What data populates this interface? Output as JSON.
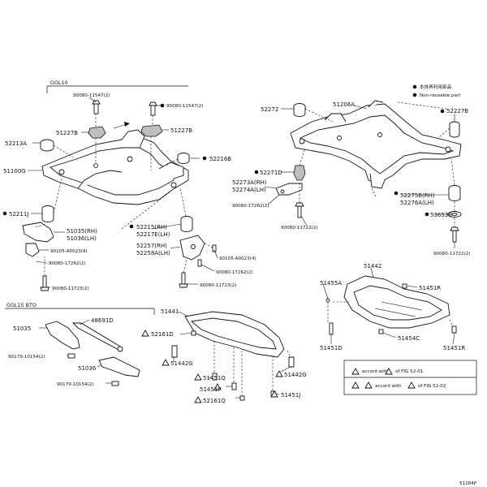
{
  "groups": {
    "top": "GGL10",
    "bottom": "GGL15 BTO"
  },
  "legend": {
    "dot_item": "本体再利用部品",
    "non_reusable": "Non-reusable part",
    "note1": "accord with",
    "note1_ref": "of FIG 52-01",
    "note2": "accord with",
    "note2_ref": "of FIG 52-02"
  },
  "figure_code": "51184P",
  "labels": {
    "l_90080_11547_2": "90080-11547(2)",
    "l_90080_11547_2b": "90080-11547(2)",
    "l_51227b_a": "51227B",
    "l_51227b_b": "51227B",
    "l_52213a": "52213A",
    "l_52216b": "52216B",
    "l_51100g": "51100G",
    "l_52211j": "52211J",
    "l_51035_rh": "51035(RH)",
    "l_51036_lh": "51036(LH)",
    "l_90105_a0023_4": "90105-A0023(4)",
    "l_90080_17262_2": "90080-17262(2)",
    "l_90080_11723_2": "90080-11723(2)",
    "l_52215_rh": "52215(RH)",
    "l_52217e_lh": "52217E(LH)",
    "l_52257_rh": "52257(RH)",
    "l_52258a_lh": "52258A(LH)",
    "l_90105_a0023_4b": "90105-A0023(4)",
    "l_90080_17262_2b": "90080-17262(2)",
    "l_90080_11723_2b": "90080-11723(2)",
    "l_52272": "52272",
    "l_51206a": "51206A",
    "l_52227b": "52227B",
    "l_52271d": "52271D",
    "l_52273a_rh": "52273A(RH)",
    "l_52274a_lh": "52274A(LH)",
    "l_90080_17262_2c": "90080-17262(2)",
    "l_90080_11722_2": "90080-11722(2)",
    "l_52275b_rh": "52275B(RH)",
    "l_52276a_lh": "52276A(LH)",
    "l_53653b": "53653B",
    "l_90080_11722_2b": "90080-11722(2)",
    "l_51442": "51442",
    "l_51455a": "51455A",
    "l_51451r_a": "51451R",
    "l_51454c": "51454C",
    "l_51451d": "51451D",
    "l_51451r_b": "51451R",
    "l_51035": "51035",
    "l_48691d": "48691D",
    "l_90179_10154_2": "90179-10154(2)",
    "l_51036": "51036",
    "l_90179_10154_2b": "90179-10154(2)",
    "l_51441": "51441",
    "l_52161d": "52161D",
    "l_51442g_a": "51442G",
    "l_51451q": "51451Q",
    "l_51451p": "51451P",
    "l_52161q": "52161Q",
    "l_51442g_b": "51442G",
    "l_51451j": "51451J"
  }
}
